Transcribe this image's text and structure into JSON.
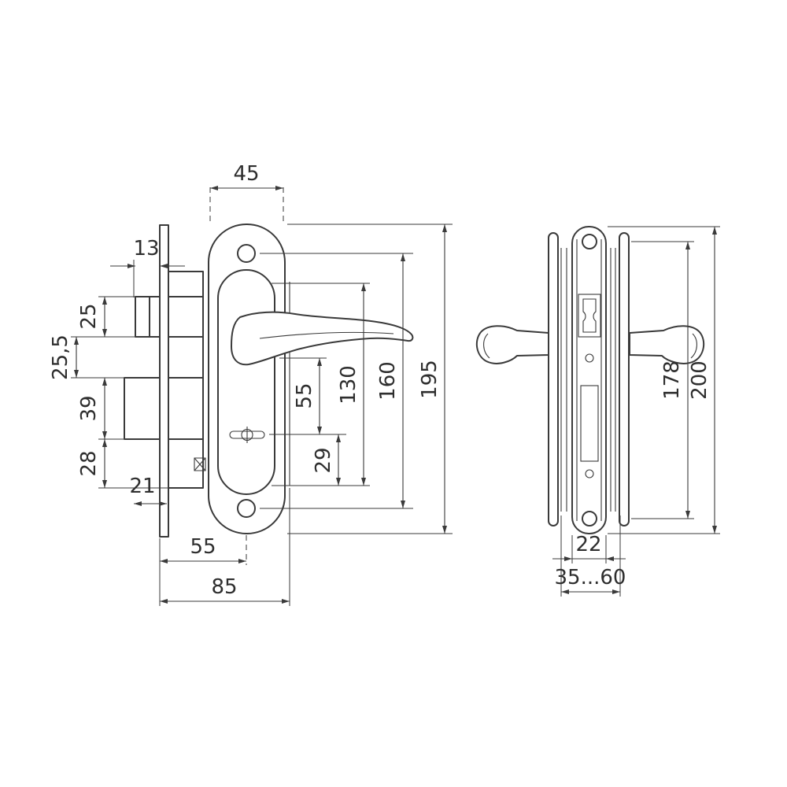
{
  "front_view": {
    "dims": {
      "plate_width_top": "45",
      "latch_protrusion": "13",
      "latch_height": "25",
      "spacing_25_5": "25,5",
      "bolt_height": "39",
      "spacing_28": "28",
      "spacing_21": "21",
      "handle_to_key": "55",
      "key_to_bottom": "29",
      "height_130": "130",
      "screw_spacing": "160",
      "plate_height": "195",
      "backset": "55",
      "case_depth": "85"
    }
  },
  "side_view": {
    "dims": {
      "plate_width": "22",
      "door_thickness_range": "35...60",
      "screw_spacing": "178",
      "plate_height": "200"
    }
  },
  "colors": {
    "line": "#3a3a3a",
    "background": "#ffffff"
  }
}
